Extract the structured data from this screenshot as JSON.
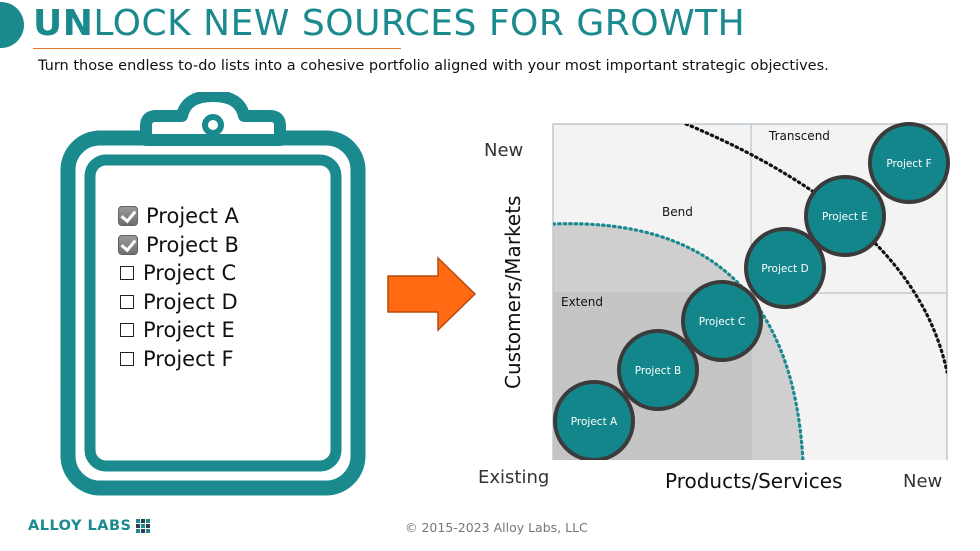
{
  "header": {
    "title_lead": "UN",
    "title_rest": "LOCK NEW SOURCES FOR GROWTH",
    "subtitle": "Turn those endless to-do lists into a cohesive portfolio aligned with your most important strategic objectives."
  },
  "colors": {
    "brand_teal": "#1b8a8f",
    "accent_orange": "#e07a2a",
    "arrow_orange": "#ff6a13",
    "node_fill": "#13868b"
  },
  "checklist": {
    "items": [
      {
        "label": "Project A",
        "checked": true
      },
      {
        "label": "Project B",
        "checked": true
      },
      {
        "label": "Project C",
        "checked": false
      },
      {
        "label": "Project D",
        "checked": false
      },
      {
        "label": "Project E",
        "checked": false
      },
      {
        "label": "Project F",
        "checked": false
      }
    ]
  },
  "matrix": {
    "y_axis_label": "Customers/Markets",
    "x_axis_label": "Products/Services",
    "y_top": "New",
    "origin": "Existing",
    "x_right": "New",
    "regions": {
      "extend": "Extend",
      "bend": "Bend",
      "transcend": "Transcend"
    },
    "projects": [
      "Project A",
      "Project B",
      "Project C",
      "Project D",
      "Project  E",
      "Project F"
    ]
  },
  "footer": {
    "logo": "ALLOY LABS",
    "copyright": "©  2015-2023 Alloy Labs, LLC"
  }
}
